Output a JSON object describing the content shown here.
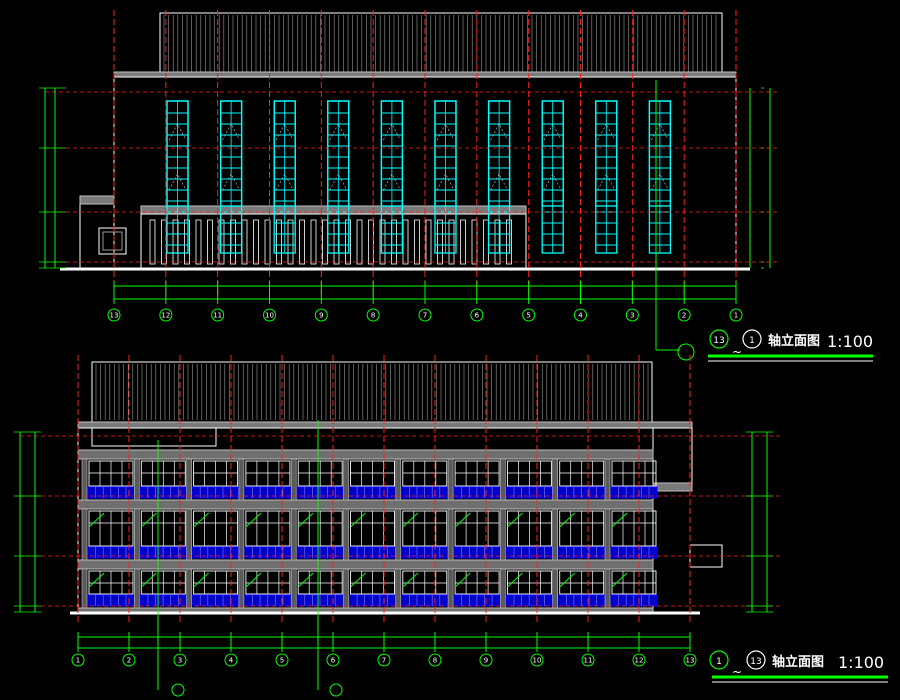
{
  "colors": {
    "background": "#000000",
    "outline": "#ffffff",
    "axis_line": "#ff2020",
    "dimension": "#00ff00",
    "window_frame": "#00ffff",
    "glass_blue": "#0000ff",
    "hatch": "#bfbfbf",
    "sun_shade": "#e8c0a0",
    "title_underline": "#00ff00"
  },
  "elevation_top": {
    "title": {
      "from_axis": "13",
      "to_axis": "1",
      "name": "轴立面图",
      "scale": "1:100"
    },
    "axes": [
      "13",
      "12",
      "11",
      "10",
      "9",
      "8",
      "7",
      "6",
      "5",
      "4",
      "3",
      "2",
      "1"
    ],
    "window_columns": 10,
    "louver_count": 32
  },
  "elevation_bottom": {
    "title": {
      "from_axis": "1",
      "to_axis": "13",
      "name": "轴立面图",
      "scale": "1:100"
    },
    "axes": [
      "1",
      "2",
      "3",
      "4",
      "5",
      "6",
      "7",
      "8",
      "9",
      "10",
      "11",
      "12",
      "13"
    ],
    "bay_columns": 11,
    "floors": 3
  }
}
